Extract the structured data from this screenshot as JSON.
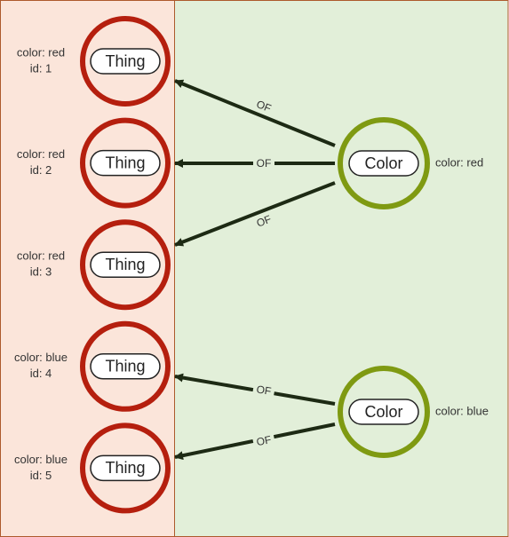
{
  "things": [
    {
      "label": "Thing",
      "prop_line1": "color: red",
      "prop_line2": "id: 1"
    },
    {
      "label": "Thing",
      "prop_line1": "color: red",
      "prop_line2": "id: 2"
    },
    {
      "label": "Thing",
      "prop_line1": "color: red",
      "prop_line2": "id: 3"
    },
    {
      "label": "Thing",
      "prop_line1": "color: blue",
      "prop_line2": "id: 4"
    },
    {
      "label": "Thing",
      "prop_line1": "color: blue",
      "prop_line2": "id: 5"
    }
  ],
  "colors": [
    {
      "label": "Color",
      "prop": "color: red"
    },
    {
      "label": "Color",
      "prop": "color: blue"
    }
  ],
  "edges": [
    {
      "from": 0,
      "to": 0,
      "label": "OF"
    },
    {
      "from": 0,
      "to": 1,
      "label": "OF"
    },
    {
      "from": 0,
      "to": 2,
      "label": "OF"
    },
    {
      "from": 1,
      "to": 3,
      "label": "OF"
    },
    {
      "from": 1,
      "to": 4,
      "label": "OF"
    }
  ],
  "style": {
    "left_panel_fill": "#fbe5da",
    "right_panel_fill": "#e2efd9",
    "panel_border": "#ad5a2c",
    "thing_ring": "#b51f0e",
    "color_ring": "#7f9a12",
    "edge_color": "#1d2a14",
    "text_color": "#333333"
  }
}
